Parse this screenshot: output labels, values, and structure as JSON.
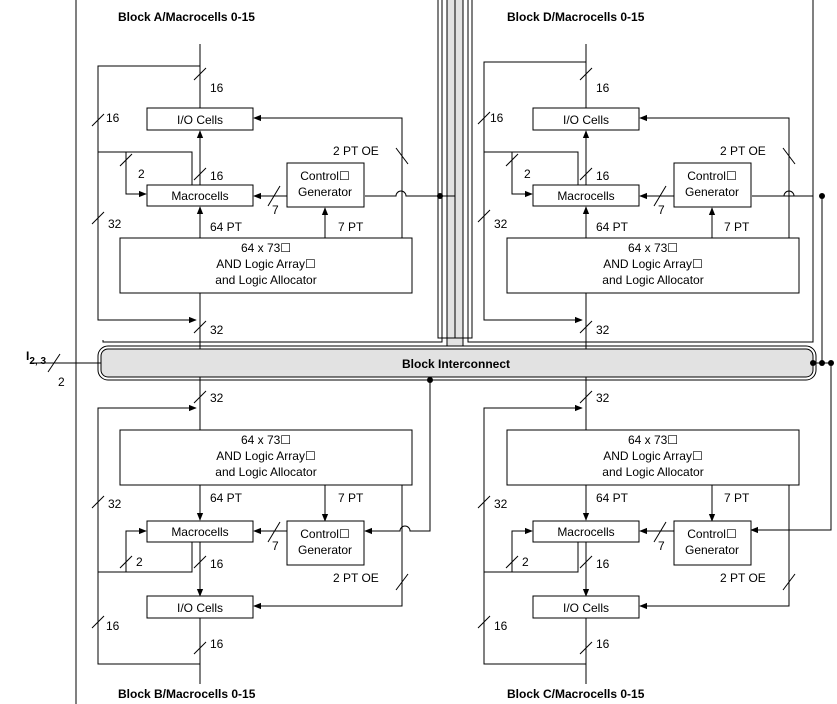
{
  "blocks": {
    "a": {
      "title": "Block A/Macrocells 0-15",
      "io": "I/O Cells",
      "mc": "Macrocells",
      "ctrl": [
        "Control☐",
        "Generator"
      ],
      "and": [
        "64 x 73☐",
        "AND Logic Array☐",
        "and Logic Allocator"
      ],
      "w16a": "16",
      "w16b": "16",
      "w16c": "16",
      "w2": "2",
      "w32": "32",
      "w32b": "32",
      "w7": "7",
      "pt64": "64 PT",
      "pt7": "7 PT",
      "oe": "2 PT OE"
    },
    "d": {
      "title": "Block D/Macrocells 0-15",
      "io": "I/O Cells",
      "mc": "Macrocells",
      "ctrl": [
        "Control☐",
        "Generator"
      ],
      "and": [
        "64 x 73☐",
        "AND Logic Array☐",
        "and Logic Allocator"
      ],
      "w16a": "16",
      "w16b": "16",
      "w16c": "16",
      "w2": "2",
      "w32": "32",
      "w32b": "32",
      "w7": "7",
      "pt64": "64 PT",
      "pt7": "7 PT",
      "oe": "2 PT OE"
    },
    "b": {
      "title": "Block B/Macrocells 0-15",
      "io": "I/O Cells",
      "mc": "Macrocells",
      "ctrl": [
        "Control☐",
        "Generator"
      ],
      "and": [
        "64 x 73☐",
        "AND Logic Array☐",
        "and Logic Allocator"
      ],
      "w16a": "16",
      "w16b": "16",
      "w16c": "16",
      "w2": "2",
      "w32": "32",
      "w32b": "32",
      "w7": "7",
      "pt64": "64 PT",
      "pt7": "7 PT",
      "oe": "2 PT OE"
    },
    "c": {
      "title": "Block C/Macrocells 0-15",
      "io": "I/O Cells",
      "mc": "Macrocells",
      "ctrl": [
        "Control☐",
        "Generator"
      ],
      "and": [
        "64 x 73☐",
        "AND Logic Array☐",
        "and Logic Allocator"
      ],
      "w16a": "16",
      "w16b": "16",
      "w16c": "16",
      "w2": "2",
      "w32": "32",
      "w32b": "32",
      "w7": "7",
      "pt64": "64 PT",
      "pt7": "7 PT",
      "oe": "2 PT OE"
    }
  },
  "interconnect": {
    "label": "Block Interconnect"
  },
  "input": {
    "label": "I",
    "sub": "2, 3",
    "width": "2"
  },
  "colors": {
    "interconnect_fill": "#e2e2e2",
    "line": "#000000"
  }
}
